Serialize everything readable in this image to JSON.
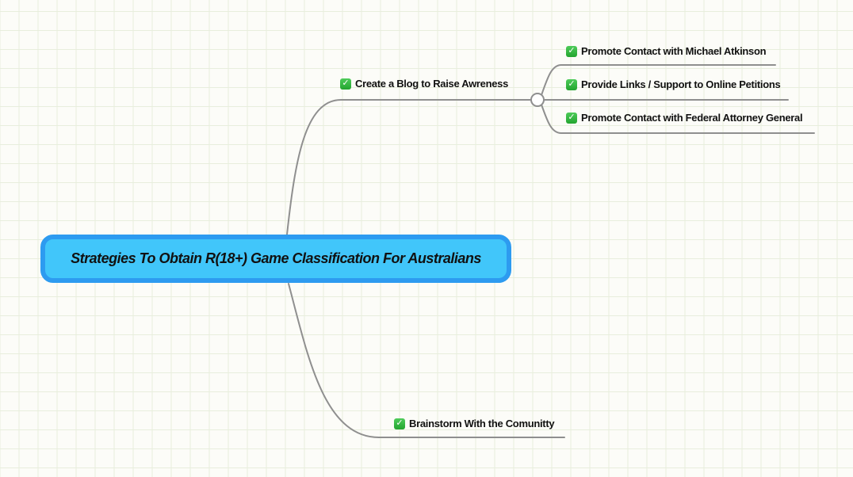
{
  "theme": {
    "canvas_bg": "#fcfcf8",
    "grid_line": "#e8eedd",
    "line_gray": "#8f8f8f",
    "root_fill": "#41c6fa",
    "root_border": "#2d9bf0",
    "check_green_top": "#4ecb59",
    "check_green_bottom": "#23a52f",
    "text_color": "#111111"
  },
  "mindmap": {
    "root": {
      "label": "Strategies To Obtain R(18+) Game Classification For Australians"
    },
    "branches": [
      {
        "label": "Create a Blog to Raise Awreness",
        "icon": "white-check-mark",
        "children": [
          {
            "label": "Promote Contact with Michael Atkinson",
            "icon": "white-check-mark"
          },
          {
            "label": "Provide Links / Support to Online Petitions",
            "icon": "white-check-mark"
          },
          {
            "label": "Promote Contact with Federal Attorney General",
            "icon": "white-check-mark"
          }
        ]
      },
      {
        "label": "Brainstorm With the Comunitty",
        "icon": "white-check-mark",
        "children": []
      }
    ]
  }
}
